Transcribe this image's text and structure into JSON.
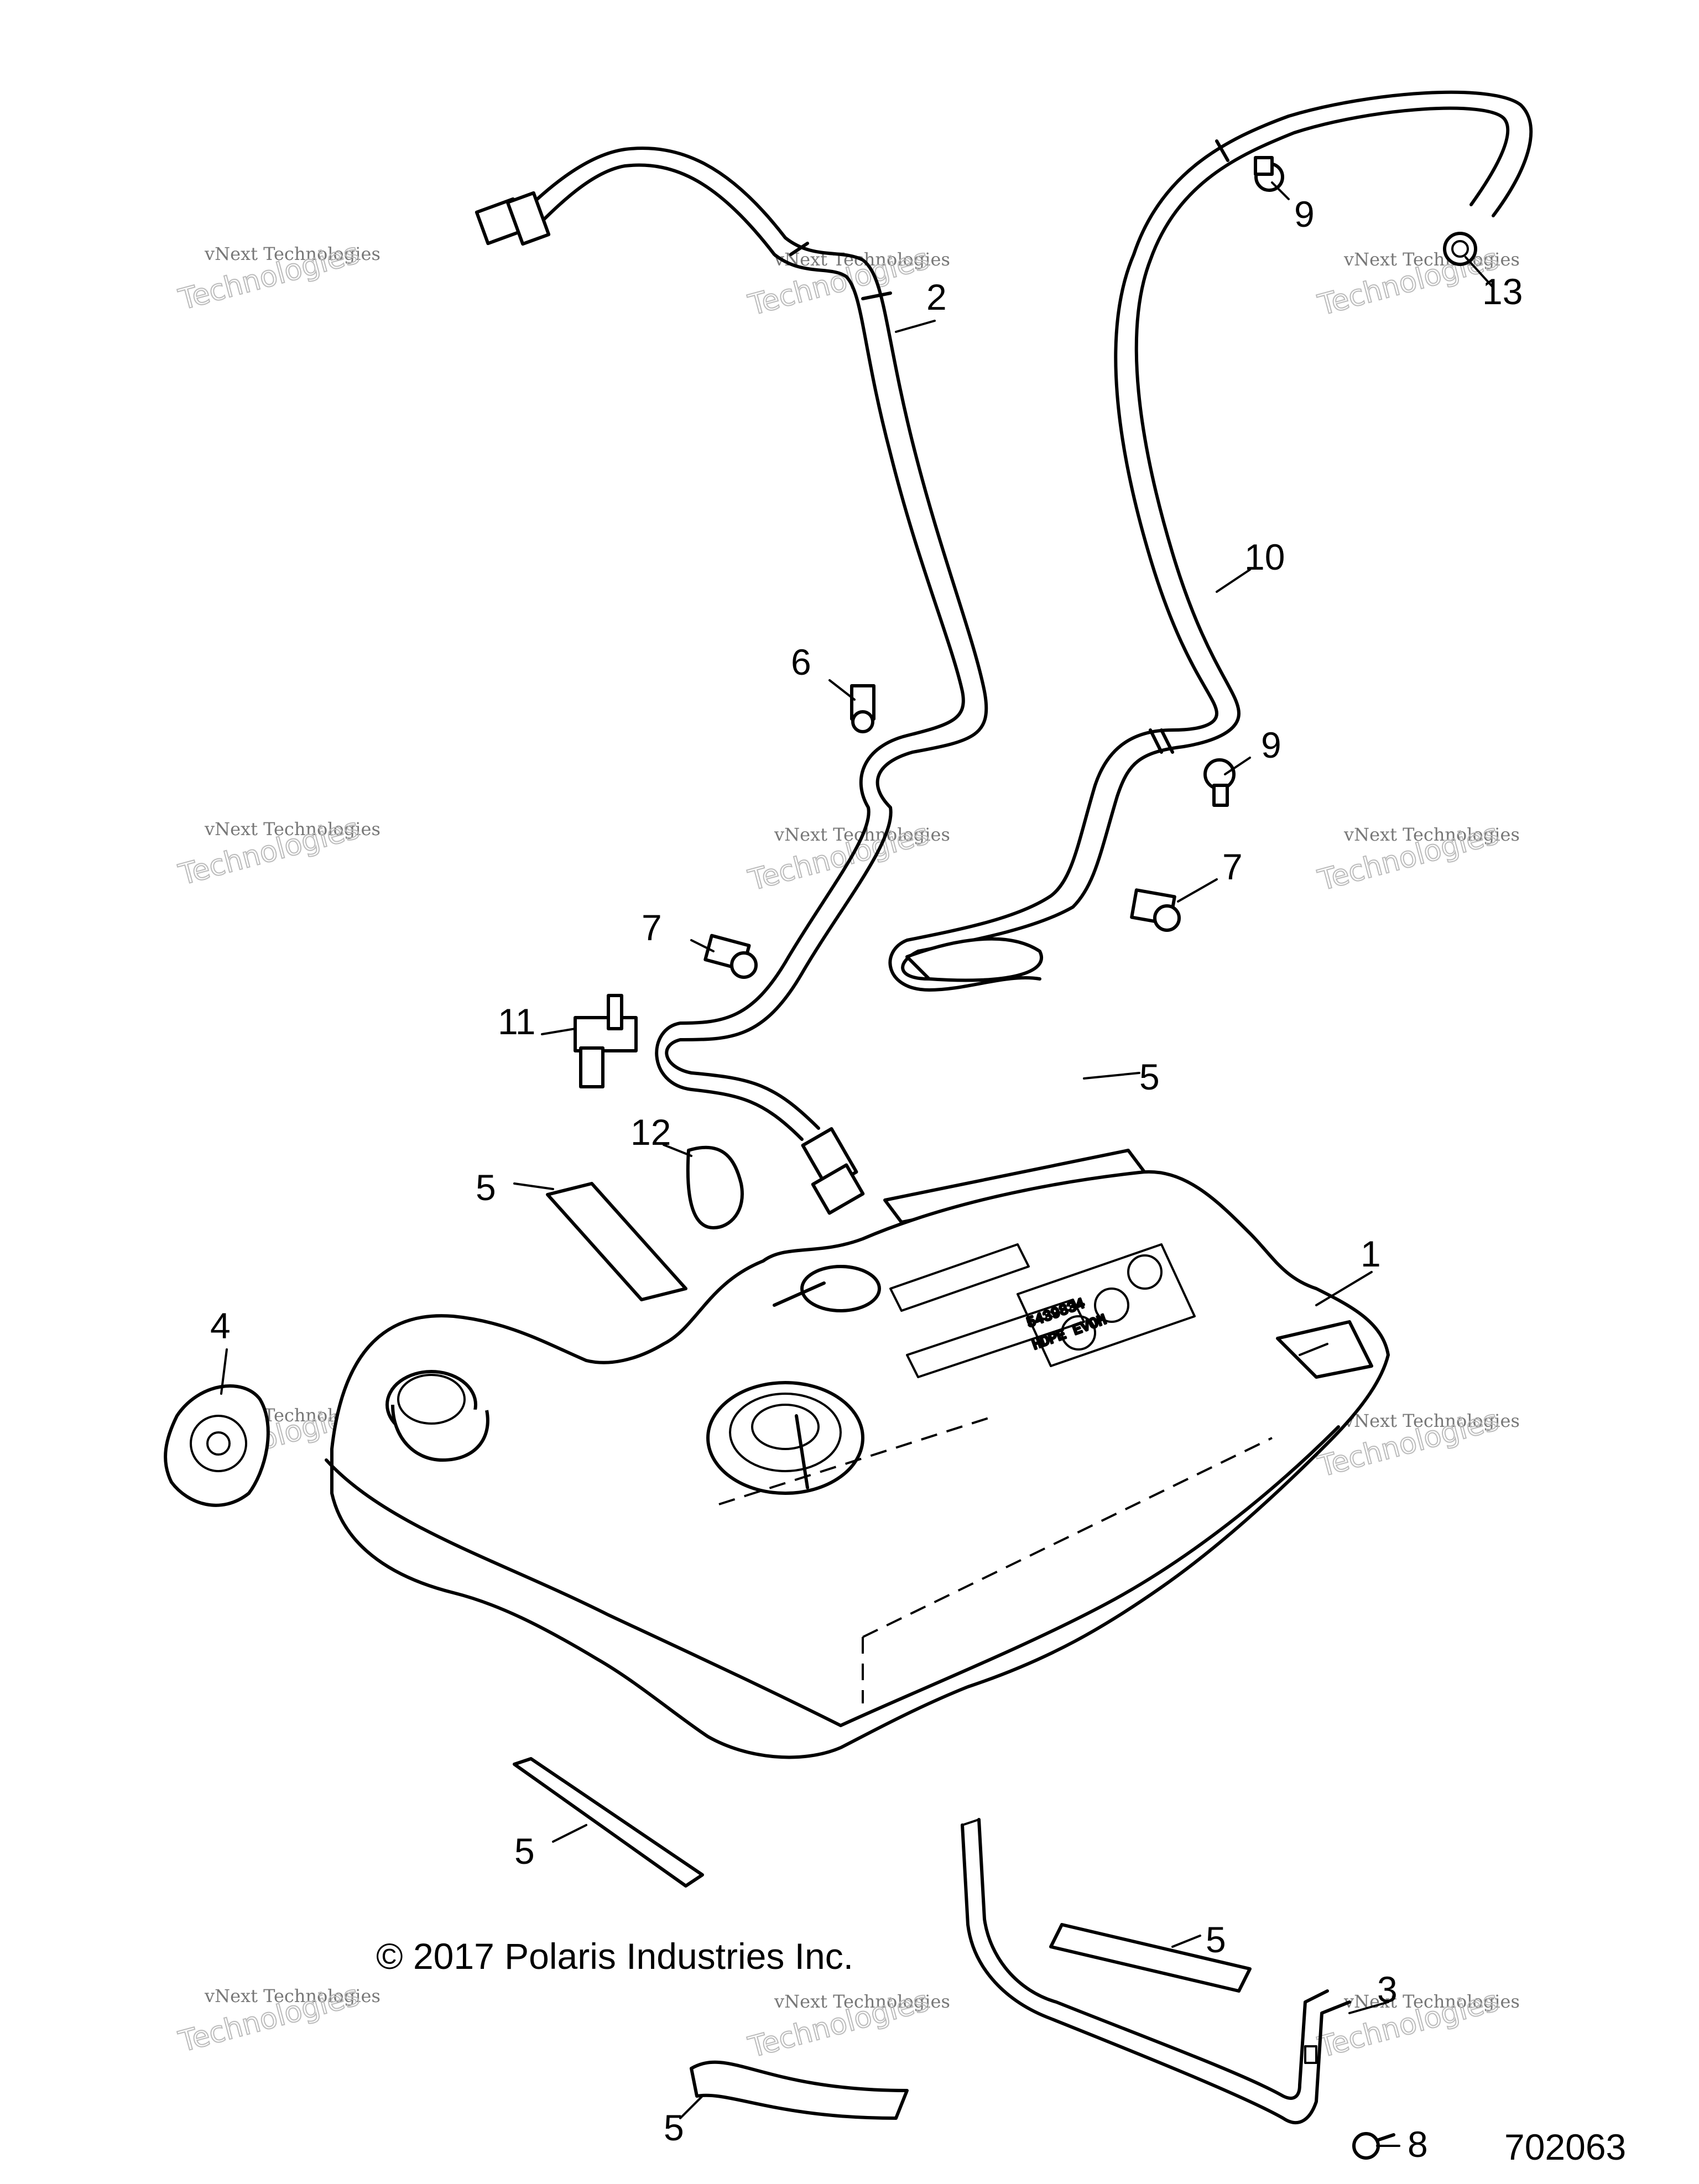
{
  "diagram": {
    "callouts": [
      {
        "id": "callout-1",
        "text": "1"
      },
      {
        "id": "callout-2",
        "text": "2"
      },
      {
        "id": "callout-3",
        "text": "3"
      },
      {
        "id": "callout-4",
        "text": "4"
      },
      {
        "id": "callout-5a",
        "text": "5"
      },
      {
        "id": "callout-5b",
        "text": "5"
      },
      {
        "id": "callout-5c",
        "text": "5"
      },
      {
        "id": "callout-5d",
        "text": "5"
      },
      {
        "id": "callout-5e",
        "text": "5"
      },
      {
        "id": "callout-6",
        "text": "6"
      },
      {
        "id": "callout-7a",
        "text": "7"
      },
      {
        "id": "callout-7b",
        "text": "7"
      },
      {
        "id": "callout-8",
        "text": "8"
      },
      {
        "id": "callout-9a",
        "text": "9"
      },
      {
        "id": "callout-9b",
        "text": "9"
      },
      {
        "id": "callout-10",
        "text": "10"
      },
      {
        "id": "callout-11",
        "text": "11"
      },
      {
        "id": "callout-12",
        "text": "12"
      },
      {
        "id": "callout-13",
        "text": "13"
      }
    ],
    "copyright": "© 2017 Polaris Industries Inc.",
    "drawing_number": "702063",
    "watermark": {
      "line1": "vNext Technologies",
      "line2a": "vNext",
      "line2b": "Technologies"
    },
    "tank_label": {
      "line1": "5439834",
      "line2": "HDPE EVOH"
    }
  }
}
